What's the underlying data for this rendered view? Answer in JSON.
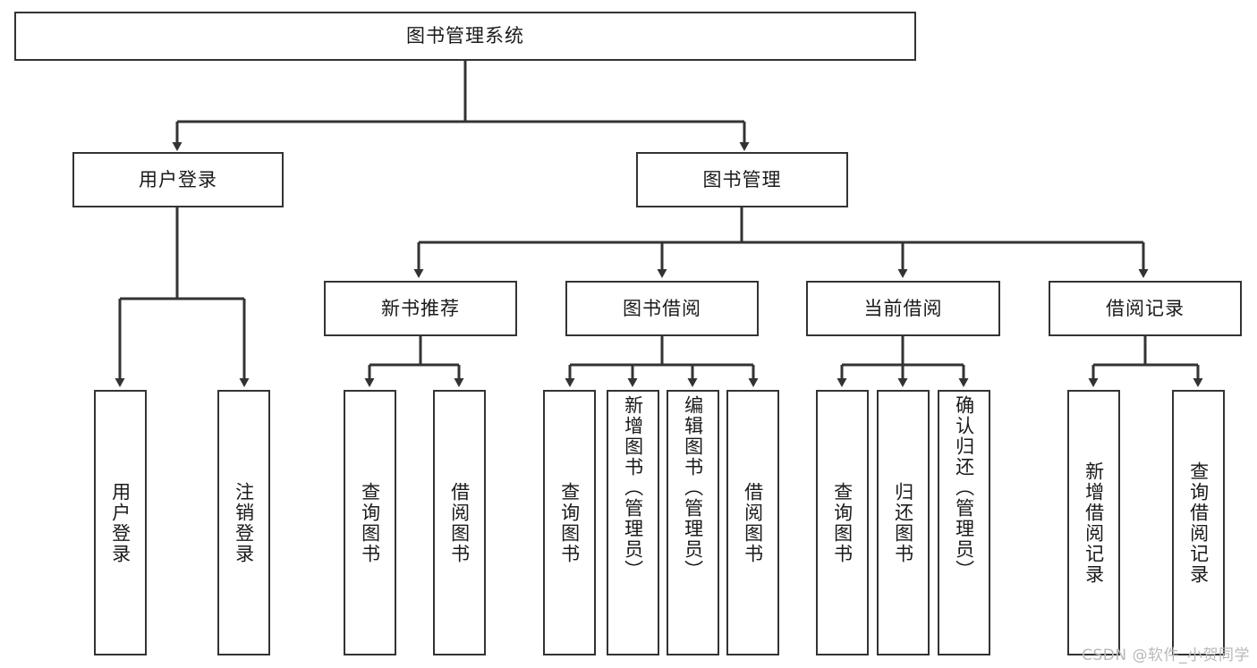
{
  "diagram": {
    "type": "hierarchy-tree",
    "title": "图书管理系统",
    "root": {
      "label": "图书管理系统"
    },
    "level2": [
      {
        "label": "用户登录"
      },
      {
        "label": "图书管理"
      }
    ],
    "level3": [
      {
        "label": "新书推荐"
      },
      {
        "label": "图书借阅"
      },
      {
        "label": "当前借阅"
      },
      {
        "label": "借阅记录"
      }
    ],
    "leaves": {
      "user_login": [
        {
          "label": "用户登录"
        },
        {
          "label": "注销登录"
        }
      ],
      "new_book_recommend": [
        {
          "label": "查询图书"
        },
        {
          "label": "借阅图书"
        }
      ],
      "book_borrow": [
        {
          "label": "查询图书"
        },
        {
          "label": "新增图书（管理员）"
        },
        {
          "label": "编辑图书（管理员）"
        },
        {
          "label": "借阅图书"
        }
      ],
      "current_borrow": [
        {
          "label": "查询图书"
        },
        {
          "label": "归还图书"
        },
        {
          "label": "确认归还（管理员）"
        }
      ],
      "borrow_record": [
        {
          "label": "新增借阅记录"
        },
        {
          "label": "查询借阅记录"
        }
      ]
    }
  },
  "watermark": {
    "text": "CSDN @软件_小贺同学"
  },
  "colors": {
    "stroke": "#333333",
    "background": "#ffffff",
    "text": "#1a1a1a",
    "watermark": "#b8b8b8"
  }
}
